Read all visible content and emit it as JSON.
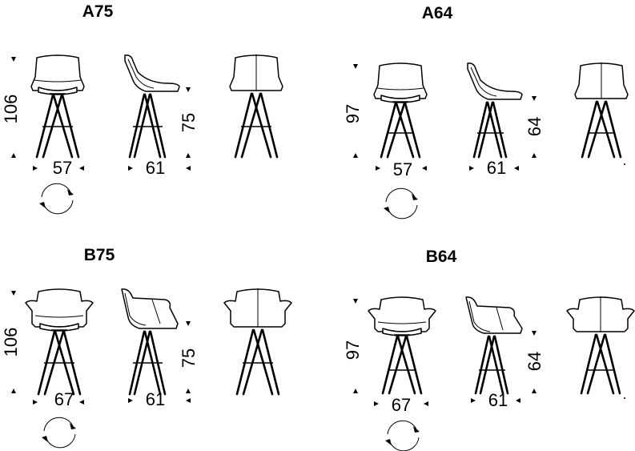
{
  "models": [
    {
      "title": "A75",
      "height": "106",
      "seat_height": "75",
      "width": "57",
      "depth": "61",
      "style": "chair",
      "swivel_icon": "swivel-rotation-icon"
    },
    {
      "title": "A64",
      "height": "97",
      "seat_height": "64",
      "width": "57",
      "depth": "61",
      "style": "chair",
      "swivel_icon": "swivel-rotation-icon"
    },
    {
      "title": "B75",
      "height": "106",
      "seat_height": "75",
      "width": "67",
      "depth": "61",
      "style": "armchair",
      "swivel_icon": "swivel-rotation-icon"
    },
    {
      "title": "B64",
      "height": "97",
      "seat_height": "64",
      "width": "67",
      "depth": "61",
      "style": "armchair",
      "swivel_icon": "swivel-rotation-icon"
    }
  ]
}
